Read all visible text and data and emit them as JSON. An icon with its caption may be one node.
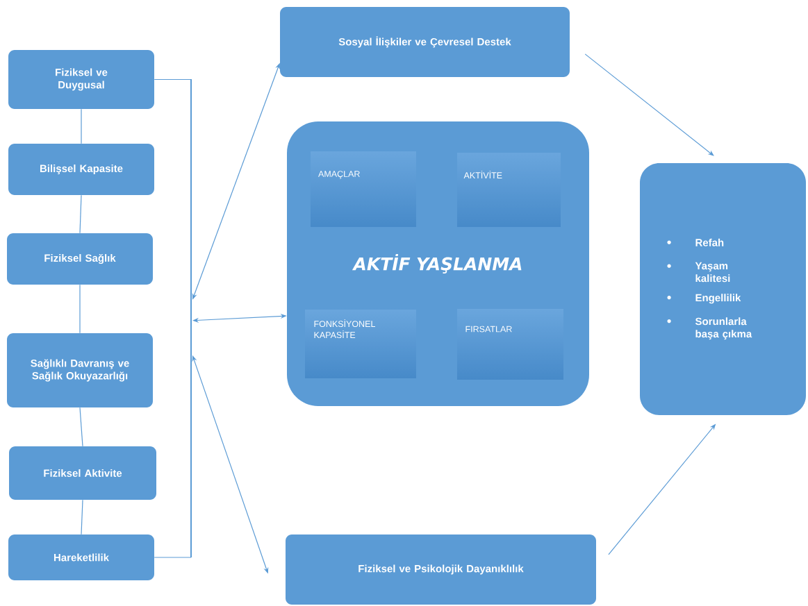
{
  "diagram": {
    "nodes": [
      {
        "text": [
          "Fiziksel ve Duygusal"
        ]
      },
      {
        "text": [
          "Bilişsel Kapasite"
        ]
      },
      {
        "text": [
          "Fiziksel Sağlık"
        ]
      },
      {
        "text": [
          "Sağlıklı Davranış ve Sağlık Okuyazarlığı"
        ]
      },
      {
        "text": [
          "Fiziksel Aktivite"
        ]
      },
      {
        "text": [
          "Hareketlilik"
        ]
      },
      {
        "text": [
          "Sosyal İlişkiler ve Çevresel Destek"
        ]
      },
      {
        "text": [
          "AKTİF YAŞLANMA"
        ]
      },
      {
        "text": [
          "AMAÇLAR"
        ],
        "in": 7
      },
      {
        "text": [
          "AKTİVİTE"
        ],
        "in": 7
      },
      {
        "text": [
          "FONKSİYONEL KAPASİTE"
        ],
        "in": 7
      },
      {
        "text": [
          "FIRSATLAR"
        ],
        "in": 7
      },
      {
        "text": [
          "Refah",
          "Yaşam kalitesi",
          "Engellilik",
          "Sorunlarla başa çıkma"
        ]
      },
      {
        "text": [
          "Fiziksel ve Psikolojik Dayanıklılık"
        ]
      },
      {
        "text": [],
        "shape": "bar"
      }
    ],
    "edges": [
      {
        "from": 0,
        "to": 1,
        "arrow": "none"
      },
      {
        "from": 1,
        "to": 2,
        "arrow": "none"
      },
      {
        "from": 2,
        "to": 3,
        "arrow": "none"
      },
      {
        "from": 3,
        "to": 4,
        "arrow": "none"
      },
      {
        "from": 4,
        "to": 5,
        "arrow": "none"
      },
      {
        "from": 14,
        "to": 6,
        "arrow": "both"
      },
      {
        "from": 14,
        "to": 7,
        "arrow": "both"
      },
      {
        "from": 14,
        "to": 13,
        "arrow": "both"
      },
      {
        "from": 6,
        "to": 12,
        "arrow": "to"
      },
      {
        "from": 13,
        "to": 12,
        "arrow": "to"
      },
      {
        "from": 0,
        "to": 14,
        "arrow": "none"
      },
      {
        "from": 5,
        "to": 14,
        "arrow": "none"
      }
    ]
  }
}
